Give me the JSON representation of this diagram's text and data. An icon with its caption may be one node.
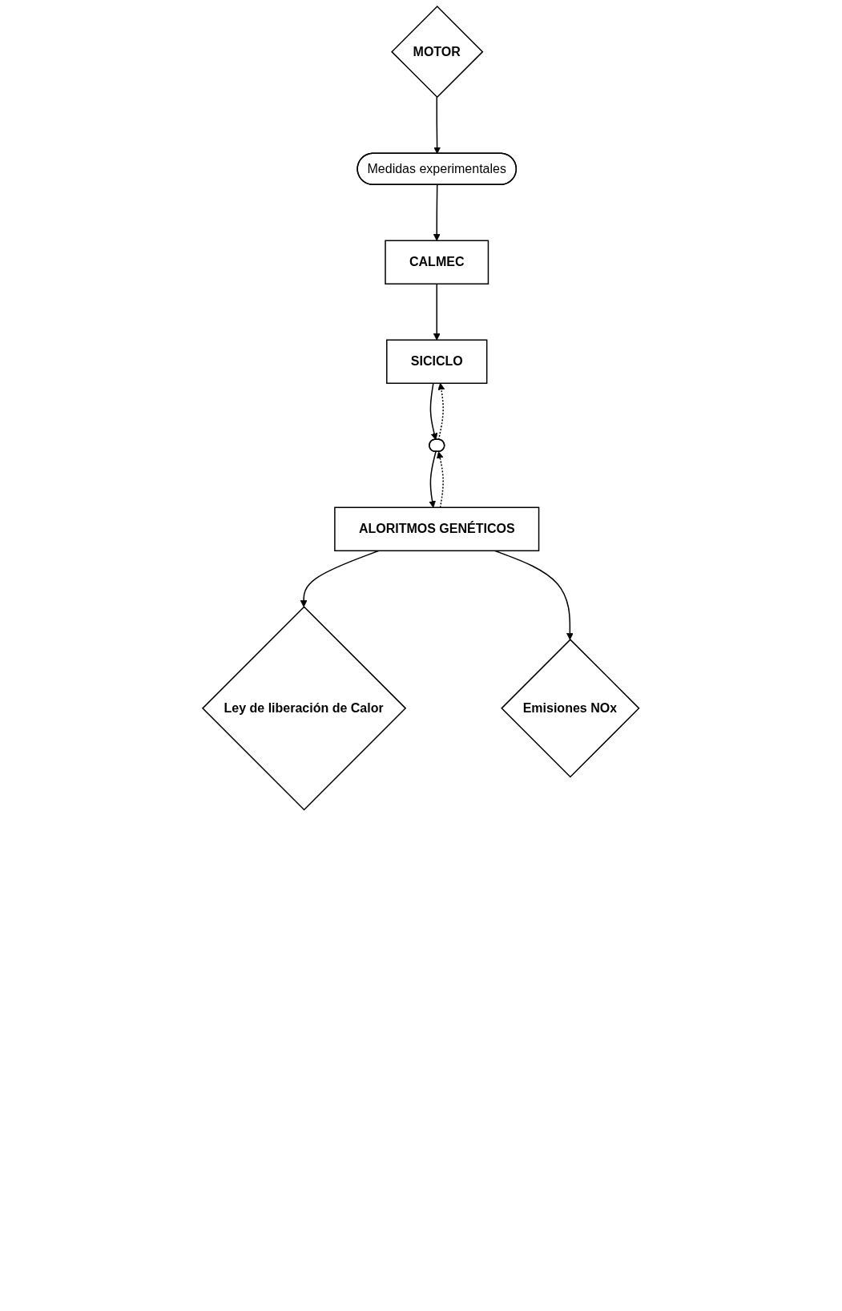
{
  "diagram": {
    "nodes": [
      {
        "text": [
          "MOTOR"
        ]
      },
      {
        "text": [
          "Medidas experimentales"
        ]
      },
      {
        "text": [
          "CALMEC"
        ]
      },
      {
        "text": [
          "SICICLO"
        ]
      },
      {
        "text": [],
        "shape": "ellipse"
      },
      {
        "text": [
          "ALORITMOS GENÉTICOS"
        ]
      },
      {
        "text": [
          "Ley de liberación de Calor"
        ]
      },
      {
        "text": [
          "Emisiones NOx"
        ]
      }
    ],
    "edges": [
      {
        "from": 0,
        "to": 1,
        "arrow": "to"
      },
      {
        "from": 1,
        "to": 2,
        "arrow": "to"
      },
      {
        "from": 2,
        "to": 3,
        "arrow": "to"
      },
      {
        "from": 3,
        "to": 4,
        "arrow": "to"
      },
      {
        "from": 4,
        "to": 3,
        "arrow": "to",
        "style": "dashed"
      },
      {
        "from": 4,
        "to": 5,
        "arrow": "to"
      },
      {
        "from": 5,
        "to": 4,
        "arrow": "to",
        "style": "dashed"
      },
      {
        "from": 5,
        "to": 6,
        "arrow": "to"
      },
      {
        "from": 5,
        "to": 7,
        "arrow": "to"
      }
    ]
  }
}
